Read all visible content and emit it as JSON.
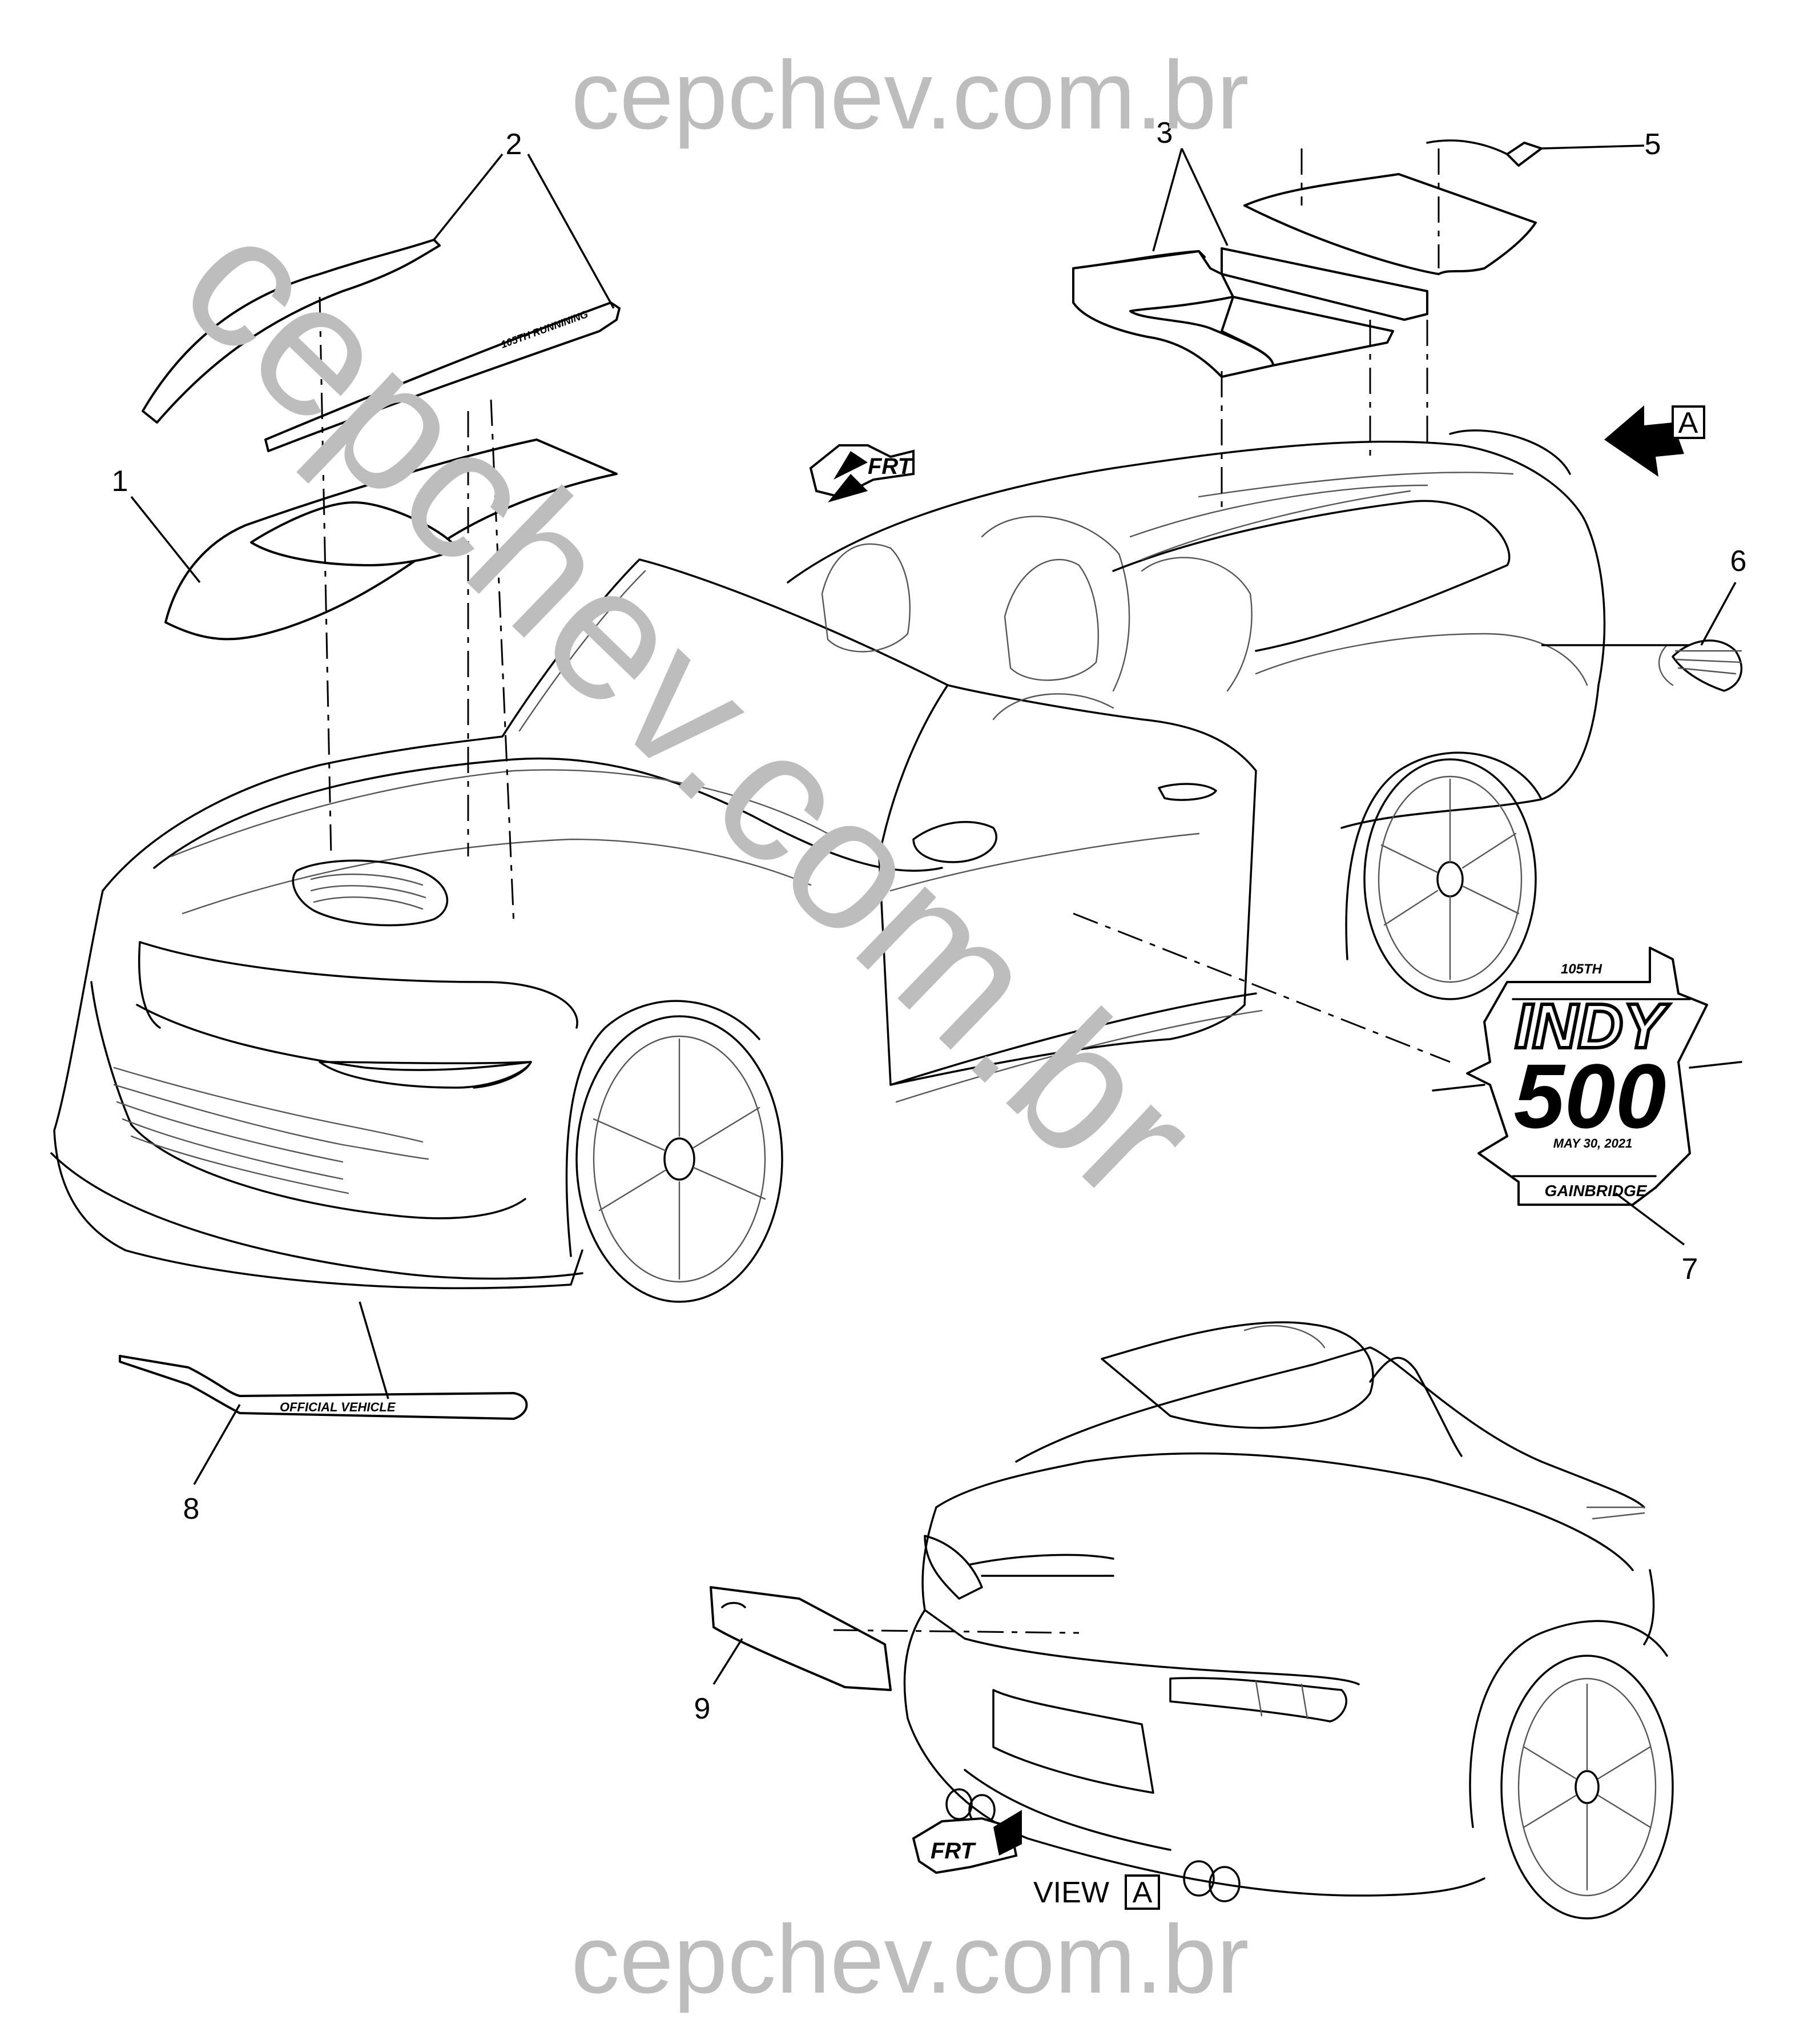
{
  "watermark": {
    "text": "cepchev.com.br",
    "color": "#bdbdbd"
  },
  "callouts": [
    "1",
    "2",
    "3",
    "5",
    "6",
    "7",
    "8",
    "9"
  ],
  "view_label": {
    "text": "VIEW",
    "ref": "A"
  },
  "view_ref_marker": "A",
  "front_arrows": [
    "FRT",
    "FRT"
  ],
  "decal_texts": {
    "stripe_2": "105TH RUNNINING",
    "splitter_8": "OFFICIAL VEHICLE"
  },
  "indy_logo": {
    "edition": "105TH",
    "line1": "INDY",
    "line2": "500",
    "date": "MAY 30, 2021",
    "sponsor": "GAINBRIDGE"
  },
  "icons": [
    "wing-wheel-emblem-icon",
    "arrow-icon"
  ]
}
